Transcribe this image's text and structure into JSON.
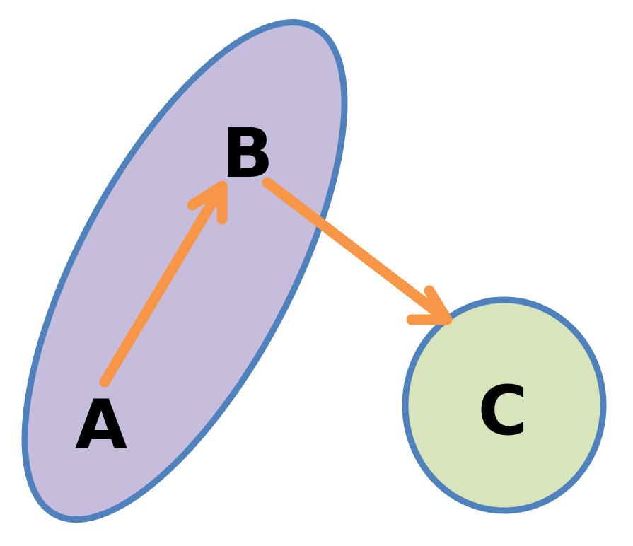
{
  "nodes": {
    "a": {
      "label": "A"
    },
    "b": {
      "label": "B"
    },
    "c": {
      "label": "C"
    }
  },
  "edges": [
    {
      "from": "A",
      "to": "B"
    },
    {
      "from": "B",
      "to": "C"
    }
  ],
  "colors": {
    "background": "#ffffff",
    "ellipse_fill": "#c6bcdc",
    "circle_fill": "#d8e4bc",
    "shape_stroke": "#4f81bd",
    "arrow": "#f79646",
    "label_text": "#000000"
  }
}
